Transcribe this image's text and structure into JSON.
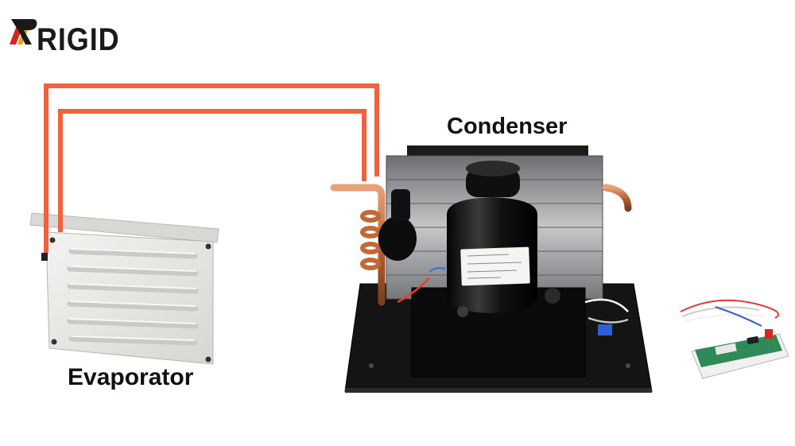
{
  "brand": {
    "logo_text": "RIGID",
    "colors": {
      "red": "#d7261e",
      "orange": "#f39b1a",
      "dark": "#1a1a1a"
    }
  },
  "labels": {
    "condenser": "Condenser",
    "evaporator": "Evaporator"
  },
  "colors": {
    "refrigerant_line": "#f0623e",
    "copper": "#c9784a",
    "base_plate": "#121212",
    "compressor": "#0d0d0d",
    "evaporator_panel": "#e9e9e7",
    "fin": "#8d8f92"
  }
}
